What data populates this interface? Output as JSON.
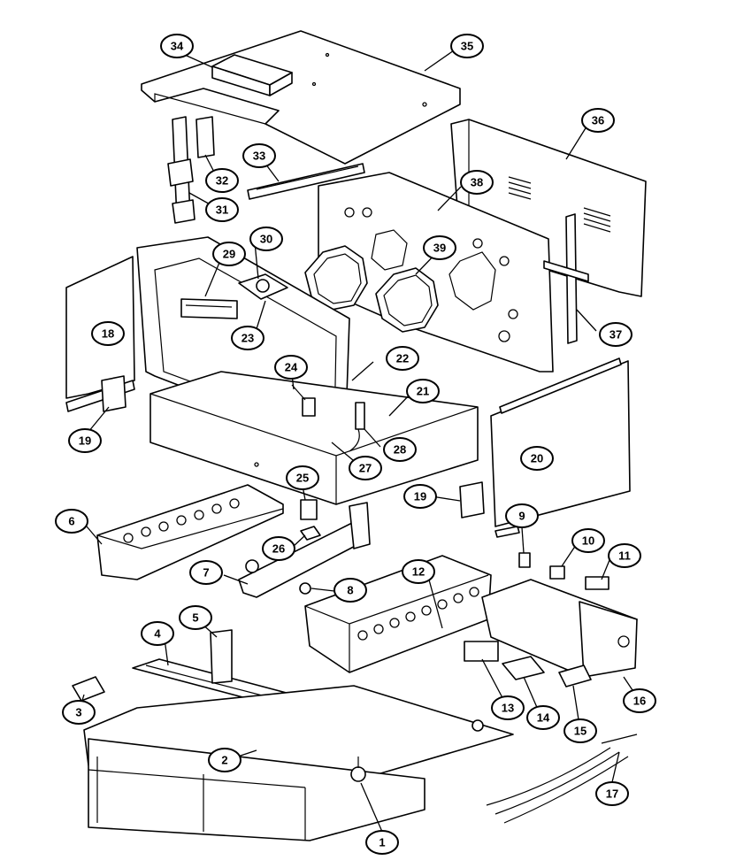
{
  "diagram": {
    "style": "exploded parts diagram, black line art on white",
    "callouts": [
      {
        "id": "callout-1",
        "label": "1"
      },
      {
        "id": "callout-2",
        "label": "2"
      },
      {
        "id": "callout-3",
        "label": "3"
      },
      {
        "id": "callout-4",
        "label": "4"
      },
      {
        "id": "callout-5",
        "label": "5"
      },
      {
        "id": "callout-6",
        "label": "6"
      },
      {
        "id": "callout-7",
        "label": "7"
      },
      {
        "id": "callout-8",
        "label": "8"
      },
      {
        "id": "callout-9",
        "label": "9"
      },
      {
        "id": "callout-10",
        "label": "10"
      },
      {
        "id": "callout-11",
        "label": "11"
      },
      {
        "id": "callout-12",
        "label": "12"
      },
      {
        "id": "callout-13",
        "label": "13"
      },
      {
        "id": "callout-14",
        "label": "14"
      },
      {
        "id": "callout-15",
        "label": "15"
      },
      {
        "id": "callout-16",
        "label": "16"
      },
      {
        "id": "callout-17",
        "label": "17"
      },
      {
        "id": "callout-18",
        "label": "18"
      },
      {
        "id": "callout-19a",
        "label": "19"
      },
      {
        "id": "callout-19b",
        "label": "19"
      },
      {
        "id": "callout-20",
        "label": "20"
      },
      {
        "id": "callout-21",
        "label": "21"
      },
      {
        "id": "callout-22",
        "label": "22"
      },
      {
        "id": "callout-23",
        "label": "23"
      },
      {
        "id": "callout-24",
        "label": "24"
      },
      {
        "id": "callout-25",
        "label": "25"
      },
      {
        "id": "callout-26",
        "label": "26"
      },
      {
        "id": "callout-27",
        "label": "27"
      },
      {
        "id": "callout-28",
        "label": "28"
      },
      {
        "id": "callout-29",
        "label": "29"
      },
      {
        "id": "callout-30",
        "label": "30"
      },
      {
        "id": "callout-31",
        "label": "31"
      },
      {
        "id": "callout-32",
        "label": "32"
      },
      {
        "id": "callout-33",
        "label": "33"
      },
      {
        "id": "callout-34",
        "label": "34"
      },
      {
        "id": "callout-35",
        "label": "35"
      },
      {
        "id": "callout-36",
        "label": "36"
      },
      {
        "id": "callout-37",
        "label": "37"
      },
      {
        "id": "callout-38",
        "label": "38"
      },
      {
        "id": "callout-39",
        "label": "39"
      }
    ]
  }
}
